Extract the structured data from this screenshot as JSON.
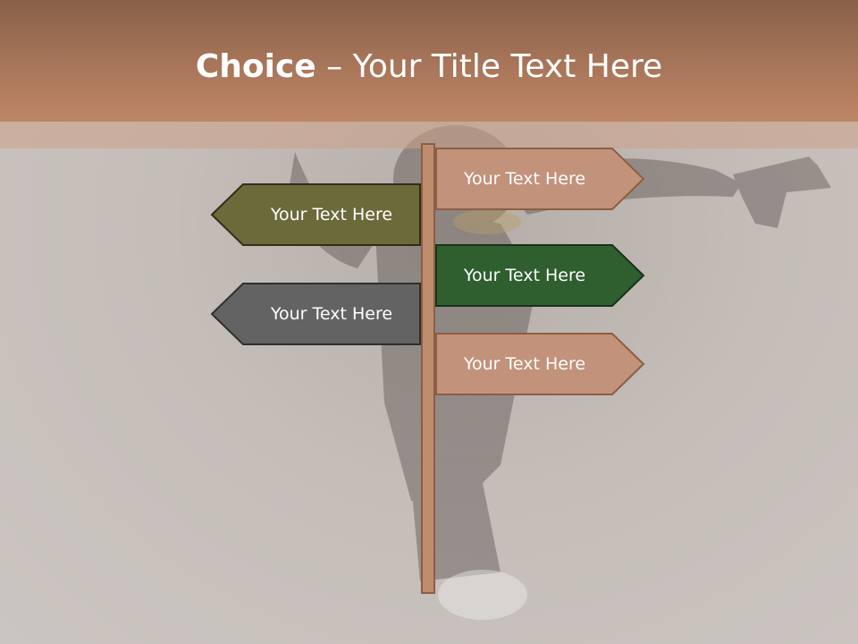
{
  "title": {
    "bold": "Choice",
    "rest": " – Your Title Text Here"
  },
  "signs": [
    {
      "label": "Your Text Here",
      "direction": "right",
      "fill": "#c2927a",
      "stroke": "#8b5e44",
      "text_color": "#ffffff"
    },
    {
      "label": "Your Text Here",
      "direction": "left",
      "fill": "#6b6a3a",
      "stroke": "#2e2e1c",
      "text_color": "#ffffff"
    },
    {
      "label": "Your Text Here",
      "direction": "right",
      "fill": "#2f5f2f",
      "stroke": "#17321a",
      "text_color": "#ffffff"
    },
    {
      "label": "Your Text Here",
      "direction": "left",
      "fill": "#636363",
      "stroke": "#2e2e2e",
      "text_color": "#ffffff"
    },
    {
      "label": "Your Text Here",
      "direction": "right",
      "fill": "#c2927a",
      "stroke": "#8b5e44",
      "text_color": "#ffffff"
    }
  ],
  "colors": {
    "header": "#a9765a",
    "background": "#c4bdb8",
    "post": "#bf8c6d"
  }
}
